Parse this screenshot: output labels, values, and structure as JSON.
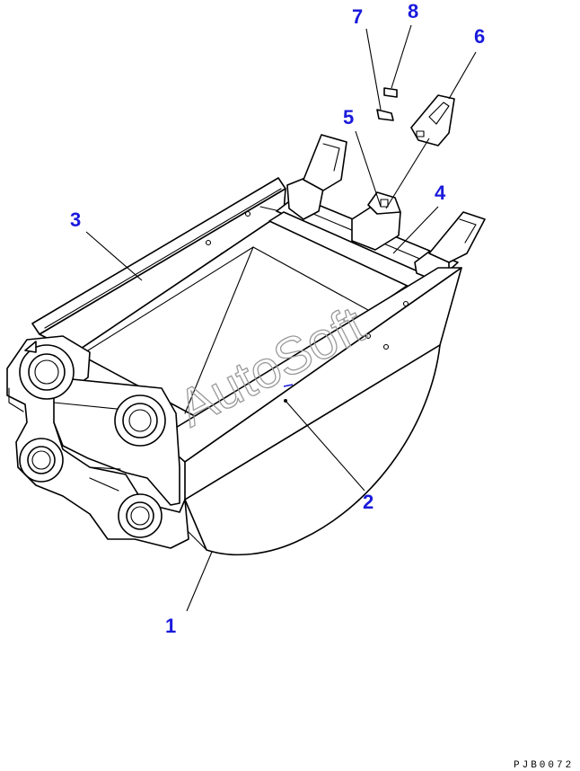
{
  "watermark": "AutoSoft",
  "drawing_code": "PJB0072",
  "callouts": [
    {
      "id": "1"
    },
    {
      "id": "2"
    },
    {
      "id": "3"
    },
    {
      "id": "4"
    },
    {
      "id": "5"
    },
    {
      "id": "6"
    },
    {
      "id": "7"
    },
    {
      "id": "8"
    }
  ],
  "colors": {
    "callout": "#1a1adc",
    "line": "#000000",
    "watermark": "#9a9a9a"
  }
}
